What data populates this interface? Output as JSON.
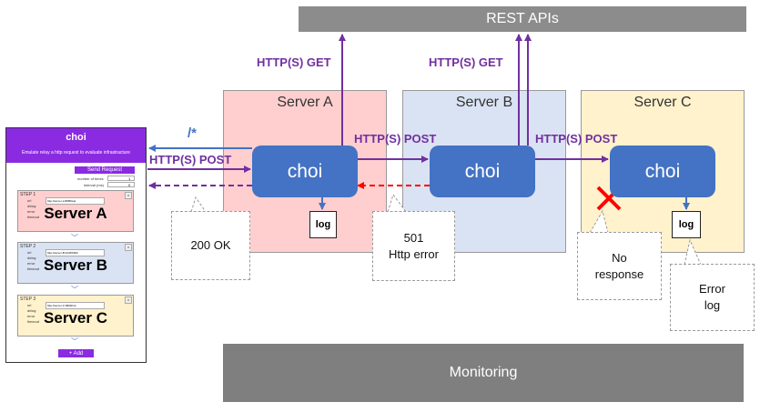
{
  "rest_apis": "REST APIs",
  "monitoring": "Monitoring",
  "servers": {
    "a": {
      "title": "Server A",
      "node": "choi",
      "log": "log"
    },
    "b": {
      "title": "Server B",
      "node": "choi"
    },
    "c": {
      "title": "Server C",
      "node": "choi",
      "log": "log"
    }
  },
  "labels": {
    "get_a": "HTTP(S) GET",
    "get_b": "HTTP(S) GET",
    "post_ab": "HTTP(S) POST",
    "post_bc": "HTTP(S) POST",
    "post_in": "HTTP(S) POST",
    "path": "/*"
  },
  "callouts": {
    "ok": "200 OK",
    "err501_line1": "501",
    "err501_line2": "Http error",
    "noresp_line1": "No",
    "noresp_line2": "response",
    "errlog_line1": "Error",
    "errlog_line2": "log"
  },
  "panel": {
    "title": "choi",
    "subtitle": "Emulate relay a http request to evaluate infrastracture",
    "send_button": "Send Request",
    "number_label": "number of times",
    "number_value": "1",
    "interval_label": "interval (ms)",
    "interval_value": "0",
    "add_button": "+ Add",
    "field_url": "url",
    "field_delay": "delay",
    "field_error": "error",
    "field_timeout": "timeout",
    "steps": [
      {
        "num": "STEP 1",
        "url": "http://server-A:8080/api",
        "name": "Server A"
      },
      {
        "num": "STEP 2",
        "url": "http://server-B:12345/bbb",
        "name": "Server B"
      },
      {
        "num": "STEP 3",
        "url": "http://server-C:9999/ccc",
        "name": "Server C"
      }
    ]
  },
  "colors": {
    "purple": "#7030a0",
    "blue": "#4472c4",
    "red": "#ff0000",
    "rest_bg": "#8c8c8c",
    "monitor_bg": "#7f7f7f",
    "server_a_bg": "#ffcfcf",
    "server_b_bg": "#dae3f3",
    "server_c_bg": "#fff2cc"
  }
}
